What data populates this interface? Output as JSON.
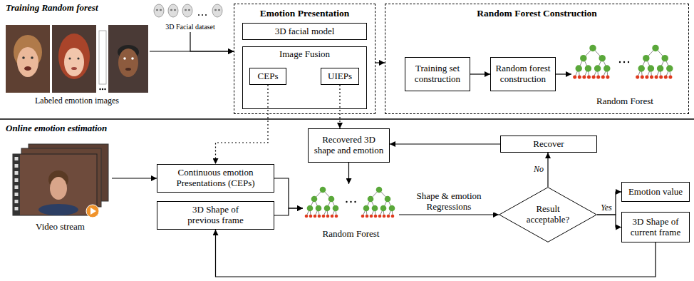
{
  "diagram": {
    "nodes": [
      {
        "text": [
          "Labeled emotion images"
        ]
      },
      {
        "text": [
          "3D Facial dataset"
        ]
      },
      {
        "text": [
          "Emotion Presentation"
        ]
      },
      {
        "text": [
          "3D facial model"
        ],
        "in": 2
      },
      {
        "text": [
          "Image Fusion"
        ],
        "in": 2
      },
      {
        "text": [
          "CEPs"
        ],
        "in": 4
      },
      {
        "text": [
          "UIEPs"
        ],
        "in": 4
      },
      {
        "text": [
          "Random Forest Construction"
        ]
      },
      {
        "text": [
          "Training set construction"
        ],
        "in": 7
      },
      {
        "text": [
          "Random forest construction"
        ],
        "in": 7
      },
      {
        "text": [
          "Random Forest"
        ],
        "in": 7
      },
      {
        "text": [
          "Video stream"
        ]
      },
      {
        "text": [
          "Continuous emotion Presentations (CEPs)"
        ]
      },
      {
        "text": [
          "3D Shape of previous frame"
        ]
      },
      {
        "text": [
          "Recovered 3D shape and emotion"
        ]
      },
      {
        "text": [
          "Random Forest"
        ]
      },
      {
        "text": [
          "Result acceptable?"
        ]
      },
      {
        "text": [
          "Recover"
        ]
      },
      {
        "text": [
          "Emotion value"
        ]
      },
      {
        "text": [
          "3D Shape of current frame"
        ]
      }
    ],
    "edges": [
      {
        "from": 0,
        "to": 2,
        "arrow": "to"
      },
      {
        "from": 1,
        "to": 2,
        "arrow": "to"
      },
      {
        "from": 2,
        "to": 7,
        "arrow": "to"
      },
      {
        "from": 8,
        "to": 9,
        "arrow": "to"
      },
      {
        "from": 9,
        "to": 10,
        "arrow": "to"
      },
      {
        "from": 5,
        "to": 12,
        "arrow": "to"
      },
      {
        "from": 6,
        "to": 14,
        "arrow": "to"
      },
      {
        "from": 11,
        "to": 12,
        "arrow": "to"
      },
      {
        "from": 12,
        "to": 15,
        "arrow": "to"
      },
      {
        "from": 13,
        "to": 15,
        "arrow": "to"
      },
      {
        "from": 14,
        "to": 15,
        "arrow": "to"
      },
      {
        "from": 15,
        "to": 16,
        "label": "Shape & emotion Regressions",
        "arrow": "to"
      },
      {
        "from": 16,
        "to": 17,
        "label": "No",
        "arrow": "to"
      },
      {
        "from": 17,
        "to": 14,
        "arrow": "to"
      },
      {
        "from": 16,
        "to": 18,
        "label": "Yes",
        "arrow": "to"
      },
      {
        "from": 16,
        "to": 19,
        "arrow": "to"
      },
      {
        "from": 19,
        "to": 13,
        "arrow": "to"
      }
    ],
    "labels": [
      "Training Random forest",
      "Online emotion estimation"
    ]
  }
}
